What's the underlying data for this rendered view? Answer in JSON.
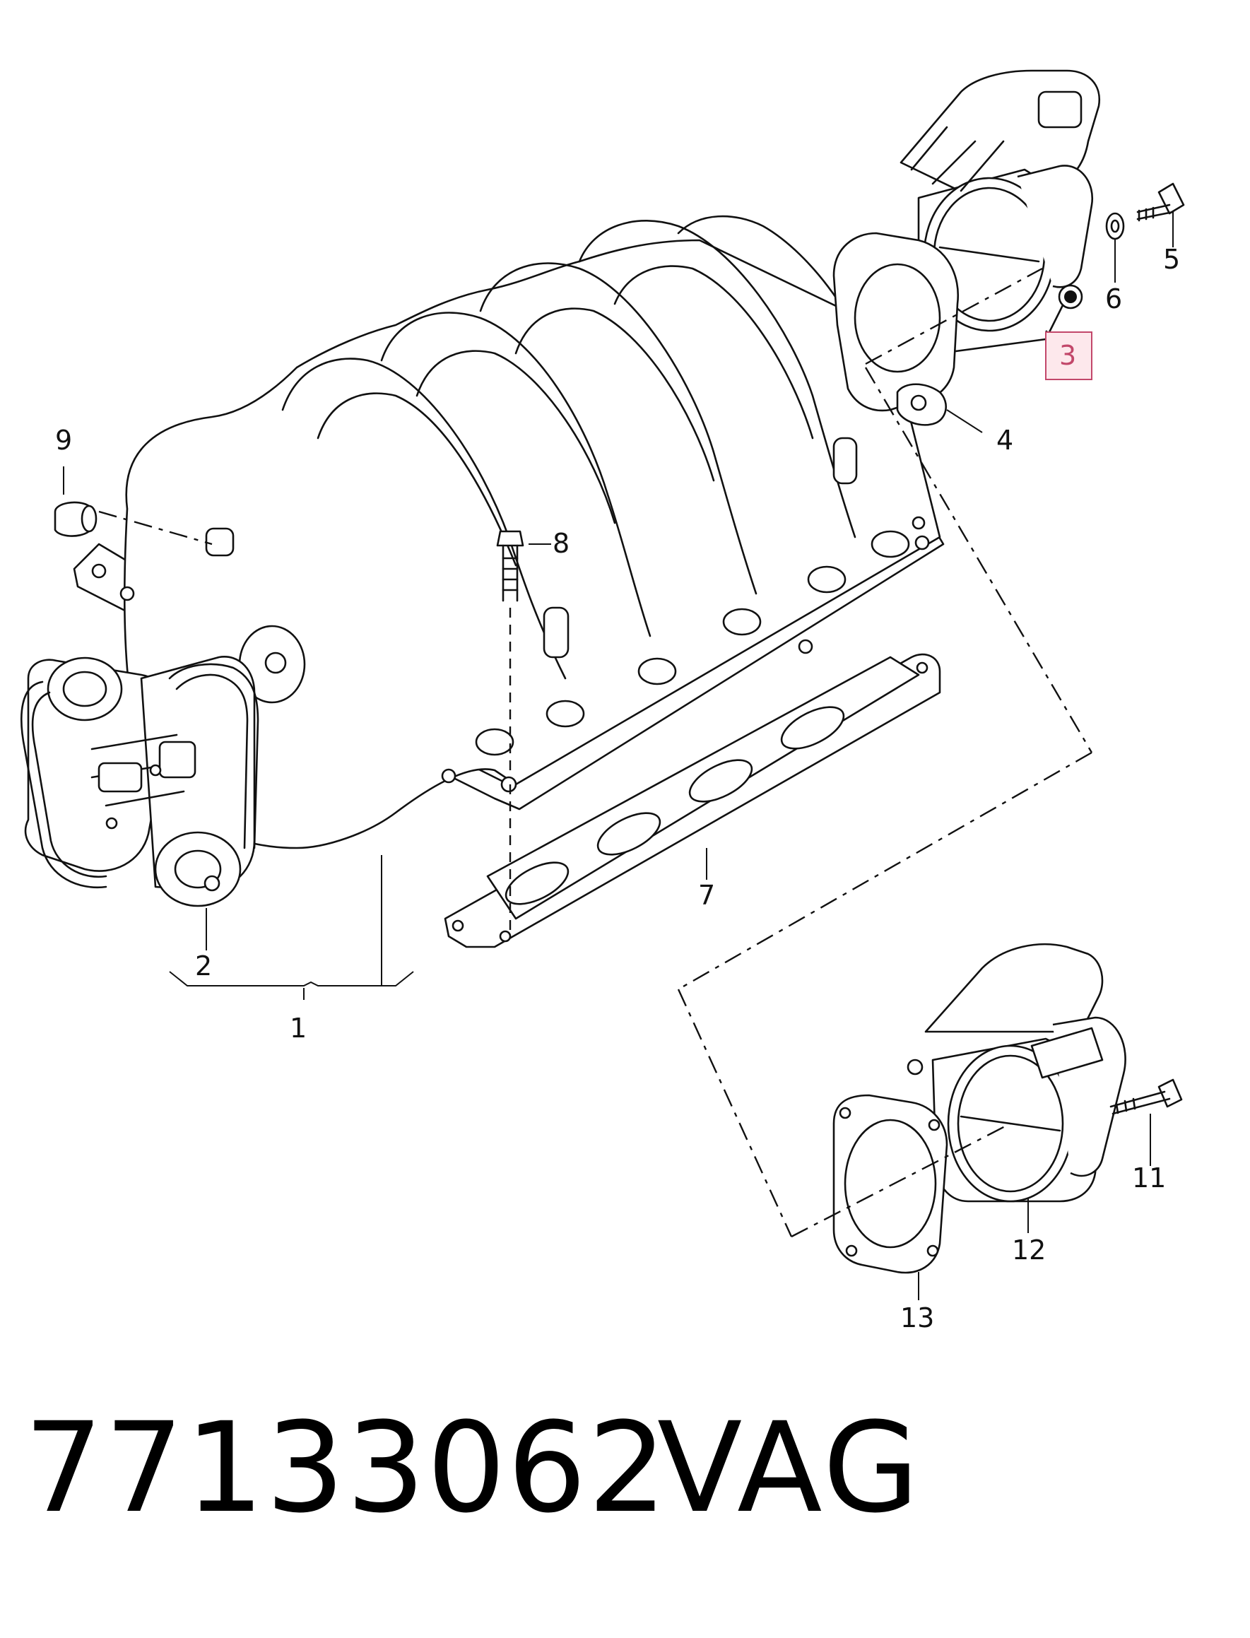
{
  "diagram": {
    "callouts": [
      {
        "id": "1",
        "text": "1"
      },
      {
        "id": "2",
        "text": "2"
      },
      {
        "id": "3",
        "text": "3",
        "highlighted": true
      },
      {
        "id": "4",
        "text": "4"
      },
      {
        "id": "5",
        "text": "5"
      },
      {
        "id": "6",
        "text": "6"
      },
      {
        "id": "7",
        "text": "7"
      },
      {
        "id": "8",
        "text": "8"
      },
      {
        "id": "9",
        "text": "9"
      },
      {
        "id": "11",
        "text": "11"
      },
      {
        "id": "12",
        "text": "12"
      },
      {
        "id": "13",
        "text": "13"
      }
    ],
    "highlight_color": "#c2476a",
    "highlight_fill": "#fde8ec"
  },
  "footer": {
    "part_number": "77133062",
    "brand": "VAG"
  }
}
